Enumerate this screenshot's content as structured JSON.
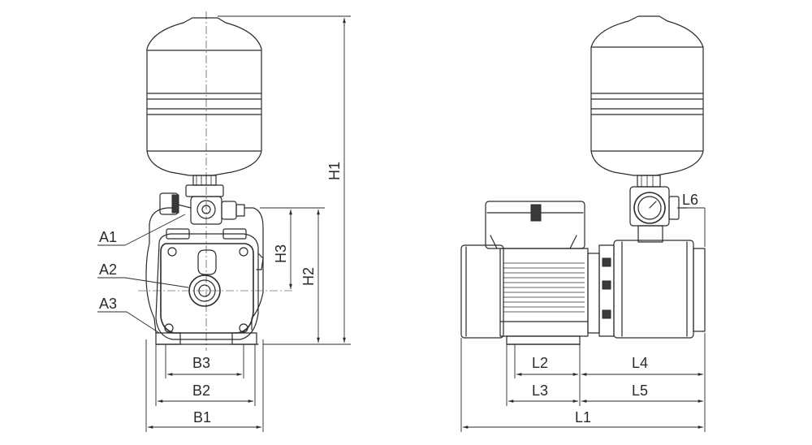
{
  "labels": {
    "a1": "A1",
    "a2": "A2",
    "a3": "A3",
    "h1": "H1",
    "h2": "H2",
    "h3": "H3",
    "b1": "B1",
    "b2": "B2",
    "b3": "B3",
    "l1": "L1",
    "l2": "L2",
    "l3": "L3",
    "l4": "L4",
    "l5": "L5",
    "l6": "L6"
  }
}
